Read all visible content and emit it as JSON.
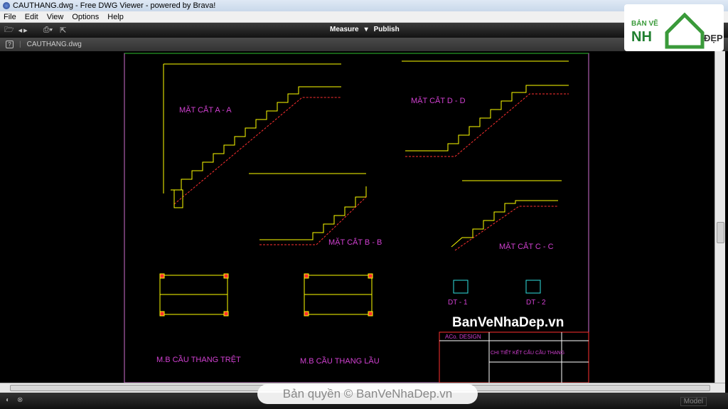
{
  "window": {
    "title": "CAUTHANG.dwg - Free DWG Viewer - powered by Brava!"
  },
  "menu": [
    "File",
    "Edit",
    "View",
    "Options",
    "Help"
  ],
  "toolbar": {
    "measure": "Measure",
    "measure_arrow": "▾",
    "publish": "Publish"
  },
  "tab": {
    "file": "CAUTHANG.dwg"
  },
  "drawing": {
    "labels": {
      "aa": "MẶT CẮT A - A",
      "dd": "MẶT CẮT D - D",
      "bb": "MẶT CẮT B - B",
      "cc": "MẶT CẮT C - C",
      "dt1": "DT - 1",
      "dt2": "DT - 2",
      "mb1": "M.B CẦU THANG TRỆT",
      "mb2": "M.B CẦU THANG LẦU"
    },
    "titleblock": {
      "company": "ACo. DESIGN",
      "title": "CHI TIẾT KẾT CẤU CẦU THANG"
    }
  },
  "status": {
    "layout": "Model"
  },
  "watermark": {
    "site": "BanVeNhaDep.vn",
    "copyright": "Bản quyền © BanVeNhaDep.vn",
    "logo": "BẢN VẼ NHÀ ĐẸP"
  },
  "colors": {
    "line": "#ffff00",
    "rebar": "#ff3030",
    "label": "#d040d0",
    "frame": "#d070d0"
  }
}
